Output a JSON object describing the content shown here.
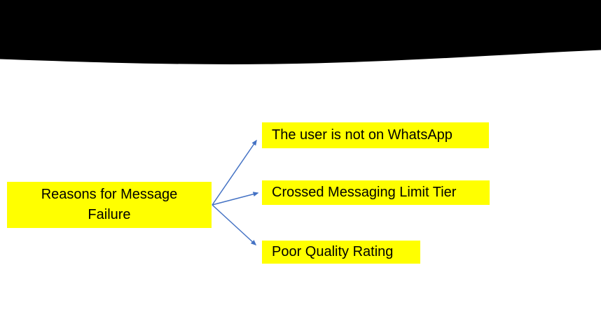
{
  "banner": {
    "description": "black wave shape across top of slide",
    "color": "#000000"
  },
  "diagram": {
    "root": {
      "label": "Reasons for Message Failure"
    },
    "children": [
      {
        "label": "The user is not on WhatsApp"
      },
      {
        "label": "Crossed Messaging Limit Tier"
      },
      {
        "label": "Poor Quality Rating"
      }
    ]
  },
  "colors": {
    "banner_fill": "#000000",
    "node_fill": "#ffff00",
    "node_text": "#000000",
    "arrow": "#4472c4",
    "background": "#ffffff"
  }
}
